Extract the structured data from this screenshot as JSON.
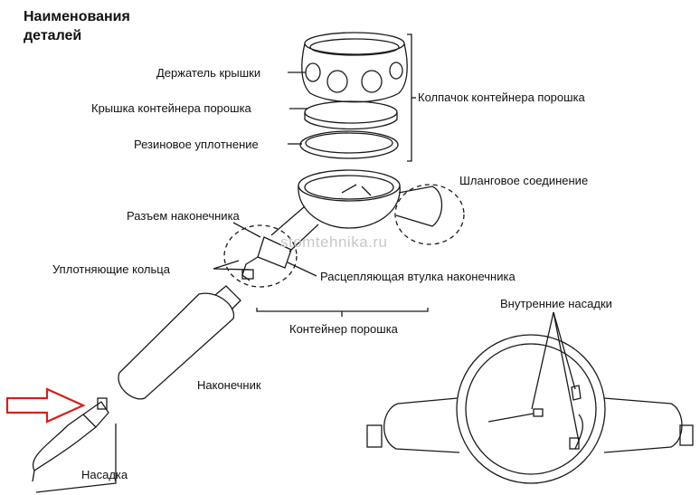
{
  "title": {
    "line1": "Наименования",
    "line2": "деталей"
  },
  "labels": {
    "lid_holder": "Держатель крышки",
    "container_lid": "Крышка контейнера порошка",
    "rubber_seal": "Резиновое уплотнение",
    "container_cap": "Колпачок контейнера порошка",
    "hose_connection": "Шланговое соединение",
    "handpiece_connector": "Разъем наконечника",
    "sealing_rings": "Уплотняющие кольца",
    "release_sleeve": "Расцепляющая втулка наконечника",
    "powder_container": "Контейнер порошка",
    "inner_nozzles": "Внутренние насадки",
    "handpiece": "Наконечник",
    "nozzle": "Насадка"
  },
  "watermark": "stomtehnika.ru",
  "colors": {
    "line": "#1a1a1a",
    "arrow": "#d42020",
    "watermark": "#c8c8c8"
  }
}
